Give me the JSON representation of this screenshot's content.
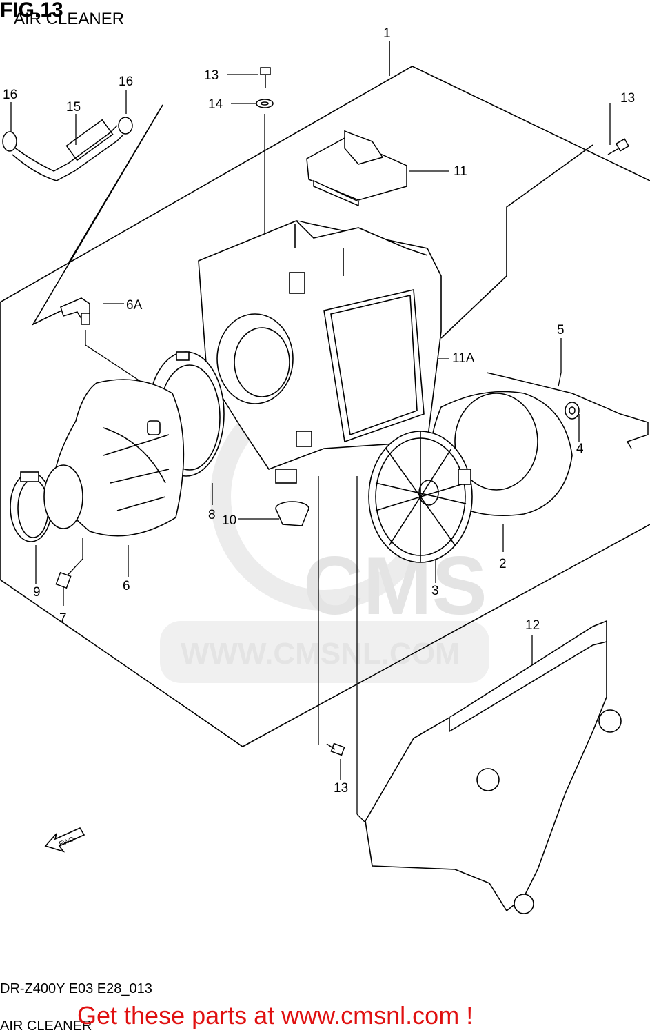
{
  "figure": {
    "number": "FIG.13",
    "title": "AIR CLEANER"
  },
  "watermark": {
    "brand": "CMS",
    "url": "WWW.CMSNL.COM"
  },
  "direction_marker": "FWD",
  "footer": {
    "model_code": "DR-Z400Y E03 E28_013",
    "section_name": "AIR CLEANER"
  },
  "promo": {
    "text": "Get these parts at www.cmsnl.com !",
    "color": "#e01010"
  },
  "callouts": [
    "1",
    "2",
    "3",
    "4",
    "5",
    "6",
    "6A",
    "7",
    "8",
    "9",
    "10",
    "11",
    "11A",
    "12",
    "13",
    "13",
    "13",
    "14",
    "15",
    "16",
    "16"
  ]
}
